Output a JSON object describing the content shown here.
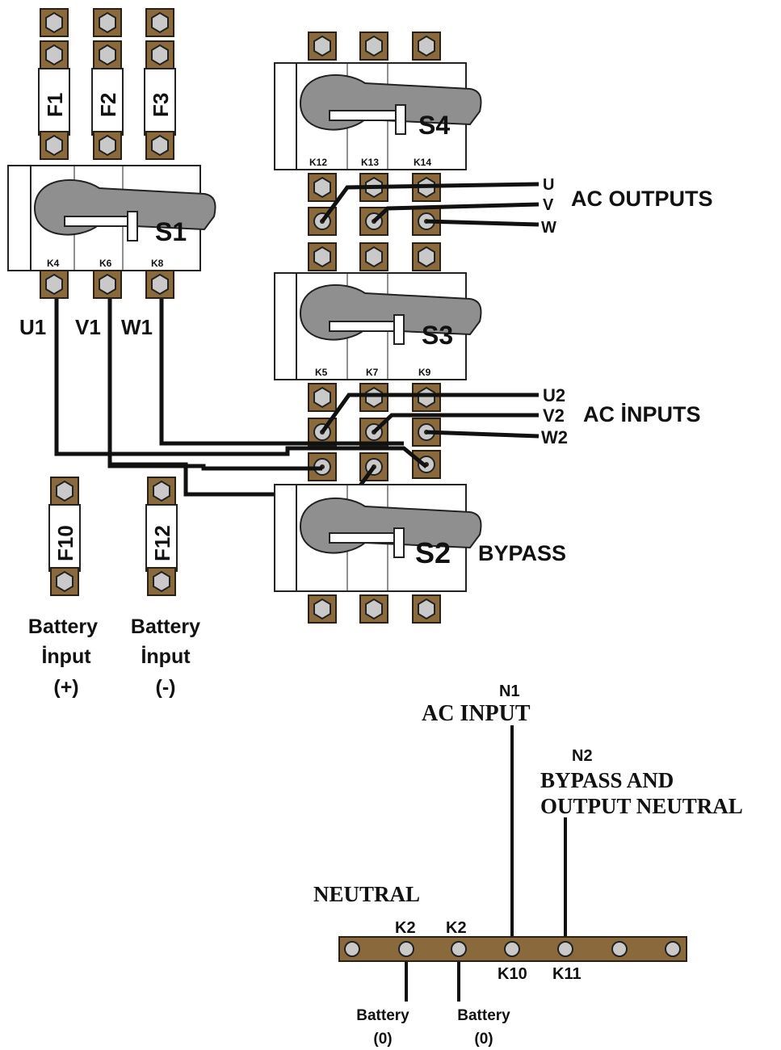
{
  "fuses": {
    "f1": "F1",
    "f2": "F2",
    "f3": "F3",
    "f10": "F10",
    "f12": "F12"
  },
  "switches": {
    "s1": "S1",
    "s2": "S2",
    "s3": "S3",
    "s4": "S4"
  },
  "terminals": {
    "k4": "K4",
    "k6": "K6",
    "k8": "K8",
    "k12": "K12",
    "k13": "K13",
    "k14": "K14",
    "k5": "K5",
    "k7": "K7",
    "k9": "K9"
  },
  "phases_s1": {
    "u1": "U1",
    "v1": "V1",
    "w1": "W1"
  },
  "outputs": {
    "title": "AC OUTPUTS",
    "u": "U",
    "v": "V",
    "w": "W"
  },
  "inputs": {
    "title": "AC İNPUTS",
    "u2": "U2",
    "v2": "V2",
    "w2": "W2"
  },
  "bypass": "BYPASS",
  "battery_pos": {
    "line1": "Battery",
    "line2": "İnput",
    "line3": "(+)"
  },
  "battery_neg": {
    "line1": "Battery",
    "line2": "İnput",
    "line3": "(-)"
  },
  "neutral": {
    "title": "NEUTRAL",
    "n1": "N1",
    "n1_label": "AC INPUT",
    "n2": "N2",
    "n2_line1": "BYPASS AND",
    "n2_line2": "OUTPUT NEUTRAL",
    "k2a": "K2",
    "k2b": "K2",
    "k10": "K10",
    "k11": "K11",
    "bat_a_line1": "Battery",
    "bat_a_line2": "(0)",
    "bat_b_line1": "Battery",
    "bat_b_line2": "(0)"
  }
}
